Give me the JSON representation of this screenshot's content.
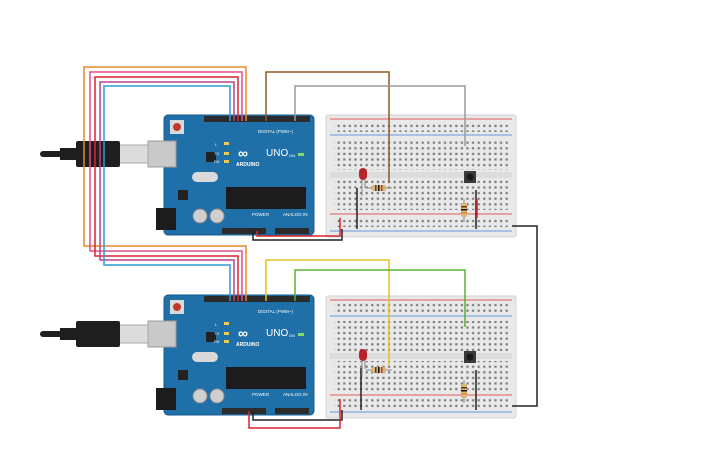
{
  "colors": {
    "board": "#1f6fa8",
    "board_dark": "#175a89",
    "header": "#2b2b2b",
    "breadboard": "#e9e9e9",
    "breadboard_edge": "#d2d2d2",
    "rail_red": "#e02b2b",
    "rail_blue": "#3d7bd6",
    "wire_orange": "#e8892c",
    "wire_pink": "#e04f8c",
    "wire_red": "#d7262e",
    "wire_magenta": "#b8438a",
    "wire_blue": "#2b9bd6",
    "wire_brown": "#8a5a2c",
    "wire_gray": "#9a9a9a",
    "wire_yellow": "#e3c422",
    "wire_green": "#5ab031",
    "wire_black": "#222222",
    "led_red": "#b8232b",
    "button": "#3a3a3a"
  },
  "arduinos": [
    {
      "id": "top",
      "brand": "ARDUINO",
      "model": "UNO",
      "digital_label": "DIGITAL (PWM~)",
      "power_label": "POWER",
      "analog_label": "ANALOG IN",
      "logo": "∞",
      "tx_label": "TX",
      "rx_label": "RX",
      "l_label": "L",
      "on_label": "ON"
    },
    {
      "id": "bottom",
      "brand": "ARDUINO",
      "model": "UNO",
      "digital_label": "DIGITAL (PWM~)",
      "power_label": "POWER",
      "analog_label": "ANALOG IN",
      "logo": "∞",
      "tx_label": "TX",
      "rx_label": "RX",
      "l_label": "L",
      "on_label": "ON"
    }
  ],
  "components": {
    "led": "red-led",
    "resistor": "resistor",
    "pushbutton": "pushbutton",
    "usb_cable": "usb-cable"
  }
}
